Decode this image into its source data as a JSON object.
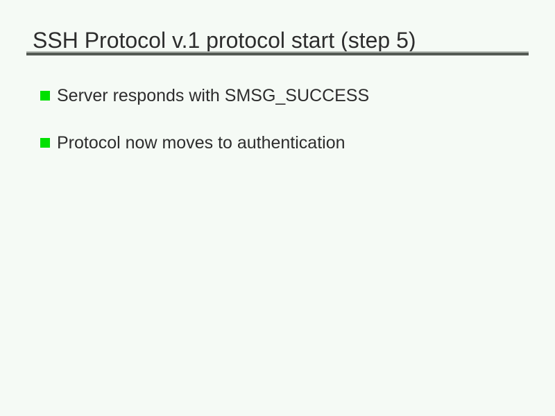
{
  "slide": {
    "title": "SSH Protocol v.1 protocol start (step 5)",
    "bullets": [
      {
        "text": "Server responds with SMSG_SUCCESS"
      },
      {
        "text": "Protocol now moves to authentication"
      }
    ],
    "colors": {
      "background": "#f5faf5",
      "text": "#2d2d2d",
      "bullet_square": "#00e000",
      "rule_dark": "#545a54",
      "rule_light": "#aeb4ae"
    }
  }
}
